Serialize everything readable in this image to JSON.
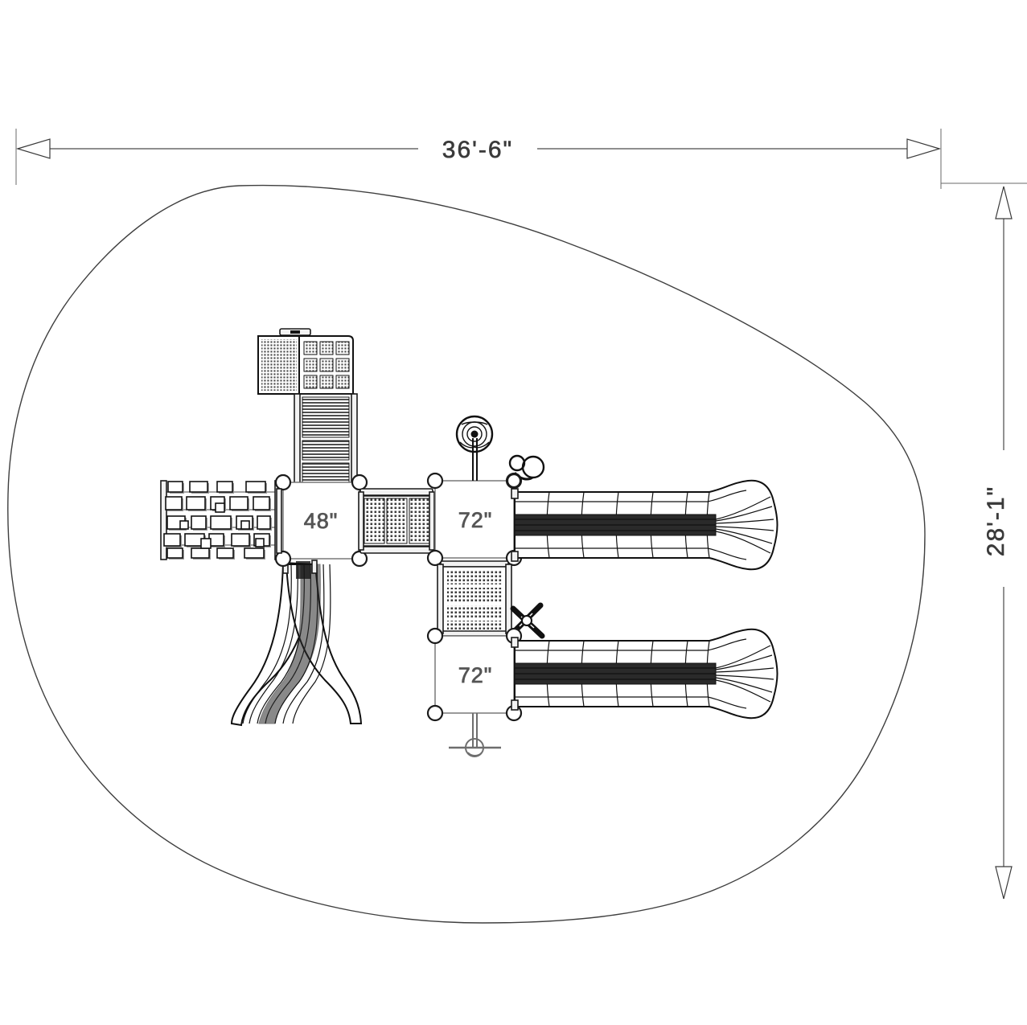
{
  "drawing": {
    "title": "Playground Structure Plan View",
    "type": "plan-view",
    "units": "feet-inches"
  },
  "dimensions": {
    "width_label": "36'-6\"",
    "height_label": "28'-1\"",
    "width_name": "overall-use-zone-width",
    "height_name": "overall-use-zone-height"
  },
  "decks": [
    {
      "label": "48\"",
      "name": "deck-48-left"
    },
    {
      "label": "72\"",
      "name": "deck-72-upper"
    },
    {
      "label": "72\"",
      "name": "deck-72-lower"
    }
  ],
  "components": {
    "use_zone": "safety-use-zone-boundary",
    "climb_wall": "rock-climbing-wall",
    "mesh_stair": "mesh-panel-climber",
    "bridge": "mesh-bridge-panel",
    "barrier": "mesh-barrier-panel",
    "steering_wheel": "steering-wheel-panel",
    "ring_climber": "ring-climber",
    "cross_climber": "diagonal-cross-climber",
    "slide_upper": "straight-slide-upper",
    "slide_lower": "straight-slide-lower",
    "slide_curved": "curved-slide",
    "center_post": "support-post"
  },
  "colors": {
    "line": "#1b1b1b",
    "thin_line": "#6e6e6e",
    "dim_text": "#3a3a3a",
    "deck_text": "#555555",
    "background": "#ffffff"
  }
}
